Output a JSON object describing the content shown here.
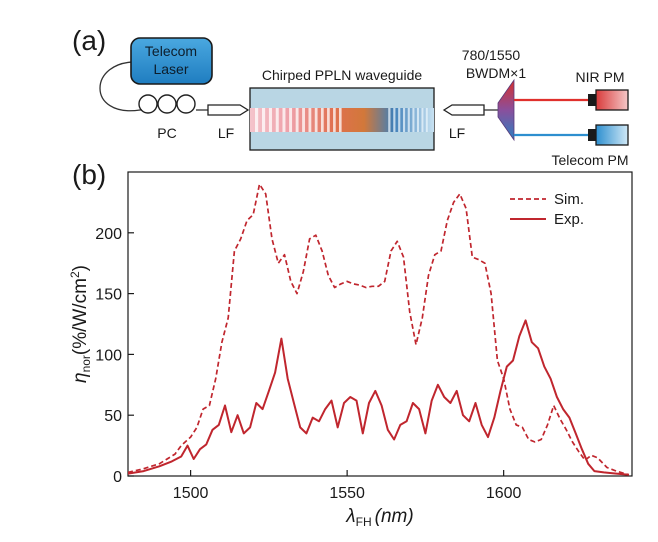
{
  "panel_a": {
    "label": "(a)",
    "laser_label_line1": "Telecom",
    "laser_label_line2": "Laser",
    "pc_label": "PC",
    "lf_left_label": "LF",
    "lf_right_label": "LF",
    "waveguide_label": "Chirped PPLN waveguide",
    "bwdm_label_line1": "780/1550",
    "bwdm_label_line2": "BWDM×1",
    "nir_pm_label": "NIR PM",
    "telecom_pm_label": "Telecom PM",
    "colors": {
      "laser_box": "#2e8fd0",
      "waveguide_box": "#b9d6e4",
      "nir_beam": "#e0302c",
      "telecom_beam": "#2d8fcf"
    }
  },
  "panel_b": {
    "label": "(b)"
  },
  "chart_data": {
    "type": "line",
    "xlabel_main": "λ",
    "xlabel_sub": "FH",
    "xlabel_unit": "(nm)",
    "ylabel_main": "η",
    "ylabel_sub": "nor",
    "ylabel_unit": "(%/W/cm",
    "ylabel_sup": "2",
    "ylabel_close": ")",
    "xlim": [
      1480,
      1641
    ],
    "ylim": [
      0,
      250
    ],
    "xticks": [
      1500,
      1550,
      1600
    ],
    "yticks": [
      0,
      50,
      100,
      150,
      200
    ],
    "grid": false,
    "legend_position": "top-right",
    "series_color": "#c0262e",
    "series": [
      {
        "name": "Sim.",
        "style": "dashed",
        "x": [
          1480,
          1485,
          1490,
          1495,
          1497,
          1500,
          1502,
          1504,
          1506,
          1508,
          1510,
          1512,
          1514,
          1516,
          1518,
          1520,
          1522,
          1524,
          1526,
          1528,
          1530,
          1532,
          1534,
          1536,
          1538,
          1540,
          1542,
          1544,
          1546,
          1548,
          1550,
          1552,
          1554,
          1556,
          1558,
          1560,
          1562,
          1564,
          1566,
          1568,
          1570,
          1572,
          1574,
          1576,
          1578,
          1580,
          1582,
          1584,
          1586,
          1588,
          1590,
          1592,
          1594,
          1596,
          1598,
          1600,
          1602,
          1604,
          1606,
          1608,
          1610,
          1612,
          1614,
          1616,
          1618,
          1620,
          1622,
          1624,
          1626,
          1628,
          1630,
          1633,
          1636,
          1640
        ],
        "values": [
          3,
          6,
          10,
          18,
          25,
          32,
          40,
          55,
          58,
          80,
          110,
          130,
          185,
          195,
          210,
          215,
          240,
          232,
          195,
          175,
          182,
          160,
          150,
          168,
          195,
          198,
          185,
          165,
          155,
          158,
          160,
          158,
          157,
          155,
          156,
          156,
          160,
          185,
          193,
          180,
          135,
          108,
          130,
          165,
          182,
          185,
          210,
          225,
          232,
          220,
          180,
          178,
          175,
          150,
          95,
          80,
          55,
          42,
          40,
          30,
          28,
          30,
          42,
          58,
          47,
          38,
          28,
          20,
          13,
          17,
          15,
          7,
          4,
          1
        ]
      },
      {
        "name": "Exp.",
        "style": "solid",
        "x": [
          1480,
          1485,
          1490,
          1494,
          1497,
          1499,
          1501,
          1503,
          1505,
          1507,
          1509,
          1511,
          1513,
          1515,
          1517,
          1519,
          1521,
          1523,
          1525,
          1527,
          1529,
          1531,
          1533,
          1535,
          1537,
          1539,
          1541,
          1543,
          1545,
          1547,
          1549,
          1551,
          1553,
          1555,
          1557,
          1559,
          1561,
          1563,
          1565,
          1567,
          1569,
          1571,
          1573,
          1575,
          1577,
          1579,
          1581,
          1583,
          1585,
          1587,
          1589,
          1591,
          1593,
          1595,
          1597,
          1599,
          1601,
          1603,
          1605,
          1607,
          1609,
          1611,
          1613,
          1615,
          1617,
          1619,
          1621,
          1623,
          1625,
          1627,
          1629,
          1632,
          1636,
          1640
        ],
        "values": [
          2,
          4,
          8,
          12,
          16,
          25,
          14,
          22,
          26,
          38,
          42,
          58,
          36,
          50,
          35,
          40,
          60,
          55,
          70,
          85,
          113,
          80,
          60,
          40,
          35,
          48,
          45,
          55,
          62,
          40,
          60,
          65,
          62,
          35,
          60,
          70,
          58,
          38,
          30,
          42,
          45,
          60,
          55,
          35,
          62,
          75,
          65,
          60,
          70,
          50,
          45,
          60,
          42,
          32,
          48,
          70,
          90,
          95,
          115,
          128,
          110,
          105,
          90,
          80,
          65,
          55,
          48,
          35,
          22,
          10,
          4,
          3,
          2,
          1
        ]
      }
    ]
  }
}
